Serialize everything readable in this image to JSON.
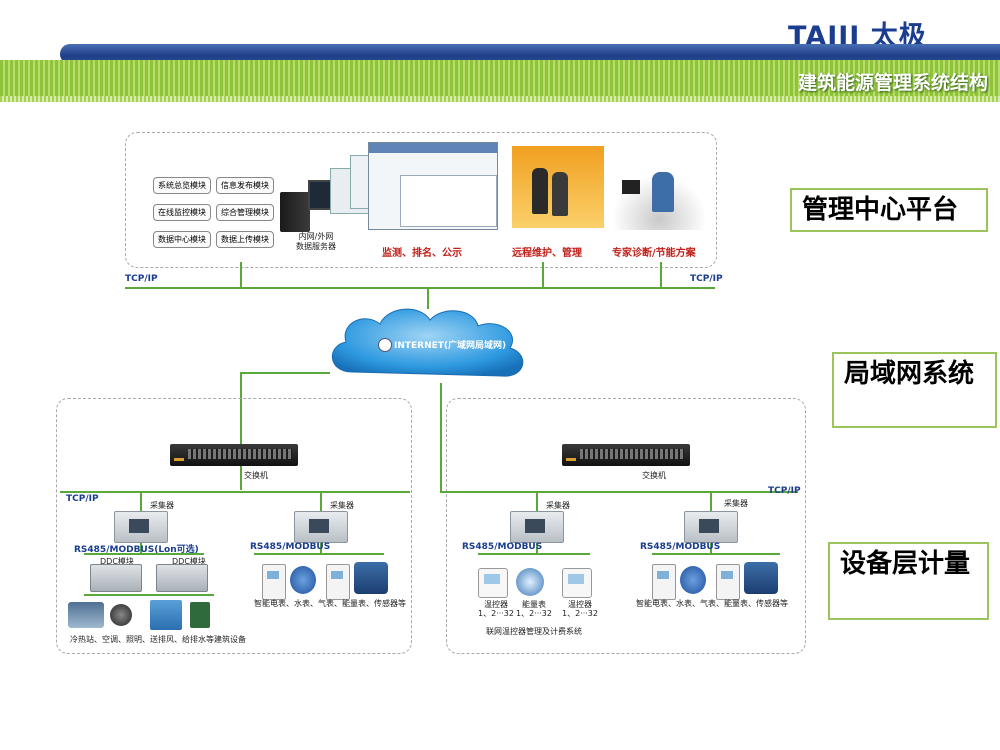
{
  "header": {
    "brand": "TAIJI 太极",
    "title": "建筑能源管理系统结构"
  },
  "side_labels": {
    "management": "管理中心平台",
    "lan": "局域网系统",
    "device": "设备层计量"
  },
  "management_center": {
    "modules": [
      "系统总览模块",
      "信息发布模块",
      "在线监控模块",
      "综合管理模块",
      "数据中心模块",
      "数据上传模块"
    ],
    "server_caption_line1": "内网/外网",
    "server_caption_line2": "数据服务器",
    "monitor_caption": "监测、排名、公示",
    "maintenance_caption": "远程维护、管理",
    "expert_caption": "专家诊断/节能方案",
    "tcpip_left": "TCP/IP",
    "tcpip_right": "TCP/IP"
  },
  "internet": {
    "label": "INTERNET(广域网局域网)"
  },
  "left_subsystem": {
    "switch_label": "交换机",
    "tcpip": "TCP/IP",
    "collector_left": "采集器",
    "collector_right": "采集器",
    "protocol_left": "RS485/MODBUS(Lon可选)",
    "protocol_right": "RS485/MODBUS",
    "ddc_label_1": "DDC模块",
    "ddc_label_2": "DDC模块",
    "equipment_caption": "冷热站、空调、照明、送排风、给排水等建筑设备",
    "meters_caption": "智能电表、水表、气表、能量表、传感器等"
  },
  "right_subsystem": {
    "switch_label": "交换机",
    "tcpip": "TCP/IP",
    "collector_left": "采集器",
    "collector_right": "采集器",
    "protocol_left": "RS485/MODBUS",
    "protocol_right": "RS485/MODBUS",
    "thermostat_1_name": "温控器",
    "thermostat_1_range": "1、2···32",
    "energy_meter_name": "能量表",
    "energy_meter_range": "1、2···32",
    "thermostat_2_name": "温控器",
    "thermostat_2_range": "1、2···32",
    "thermostat_caption": "联网温控器管理及计费系统",
    "meters_caption": "智能电表、水表、气表、能量表、传感器等"
  },
  "colors": {
    "line_green": "#5aa83a",
    "brand_blue": "#1a3d8f",
    "caption_red": "#c0201a",
    "label_border": "#9bc45a"
  }
}
